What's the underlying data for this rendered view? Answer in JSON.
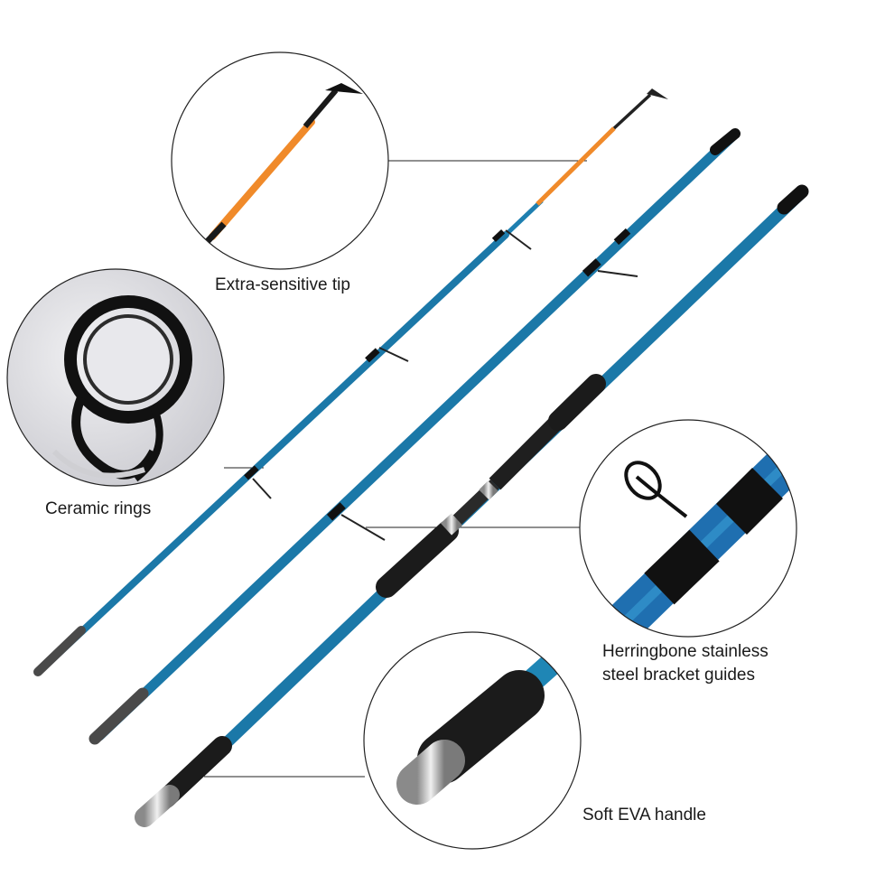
{
  "callouts": {
    "tip": {
      "label": "Extra-sensitive tip"
    },
    "rings": {
      "label": "Ceramic rings"
    },
    "guides": {
      "label_line1": "Herringbone stainless",
      "label_line2": "steel bracket guides"
    },
    "handle": {
      "label": "Soft EVA handle"
    }
  },
  "colors": {
    "blank_blue": "#1f86b5",
    "blank_dark": "#0d3f5e",
    "tip_orange": "#f08a2a",
    "grip_black": "#1b1b1b",
    "butt_grey": "#4a4a4a",
    "cap_silver": "#c9c9c9"
  }
}
